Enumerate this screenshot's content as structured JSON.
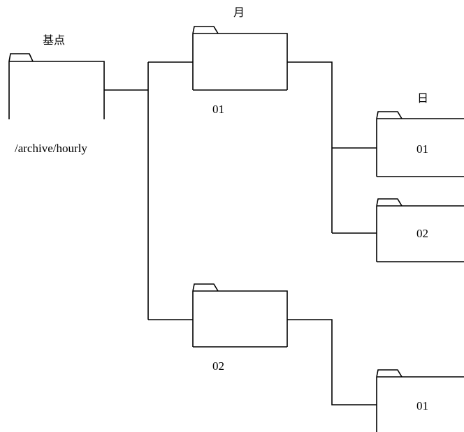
{
  "diagram": {
    "root": {
      "heading": "基点",
      "path": "/archive/hourly"
    },
    "month_level": {
      "heading": "月",
      "folders": [
        {
          "name": "01"
        },
        {
          "name": "02"
        }
      ]
    },
    "day_level": {
      "heading": "日",
      "folders": [
        {
          "name": "01",
          "parent": "01"
        },
        {
          "name": "02",
          "parent": "01"
        },
        {
          "name": "01",
          "parent": "02"
        }
      ]
    },
    "colors": {
      "line": "#000000",
      "background": "#ffffff"
    }
  }
}
